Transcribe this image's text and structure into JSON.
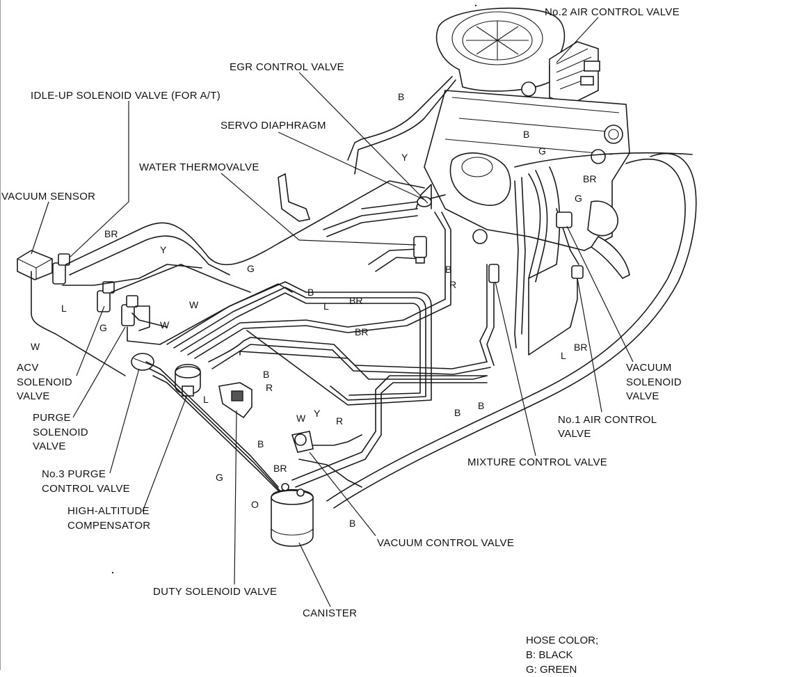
{
  "labels": {
    "no2_air_control_valve": "No.2 AIR CONTROL VALVE",
    "egr_control_valve": "EGR CONTROL VALVE",
    "idle_up_solenoid_valve": "IDLE-UP SOLENOID VALVE (FOR A/T)",
    "servo_diaphragm": "SERVO DIAPHRAGM",
    "water_thermovalve": "WATER THERMOVALVE",
    "vacuum_sensor": "VACUUM SENSOR",
    "acv_solenoid_valve": [
      "ACV",
      "SOLENOID",
      "VALVE"
    ],
    "purge_solenoid_valve": [
      "PURGE",
      "SOLENOID",
      "VALVE"
    ],
    "no3_purge_control_valve": [
      "No.3 PURGE",
      "CONTROL VALVE"
    ],
    "high_altitude_compensator": [
      "HIGH-ALTITUDE",
      "COMPENSATOR"
    ],
    "duty_solenoid_valve": "DUTY SOLENOID VALVE",
    "canister": "CANISTER",
    "vacuum_control_valve": "VACUUM CONTROL VALVE",
    "mixture_control_valve": "MIXTURE CONTROL VALVE",
    "no1_air_control_valve": [
      "No.1 AIR CONTROL",
      "VALVE"
    ],
    "vacuum_solenoid_valve": [
      "VACUUM",
      "SOLENOID",
      "VALVE"
    ]
  },
  "hose_codes": {
    "b": "B",
    "br": "BR",
    "g": "G",
    "y": "Y",
    "l": "L",
    "w": "W",
    "r": "R",
    "o": "O"
  },
  "legend": {
    "title": "HOSE COLOR;",
    "entries": [
      "B: BLACK",
      "G: GREEN"
    ]
  }
}
